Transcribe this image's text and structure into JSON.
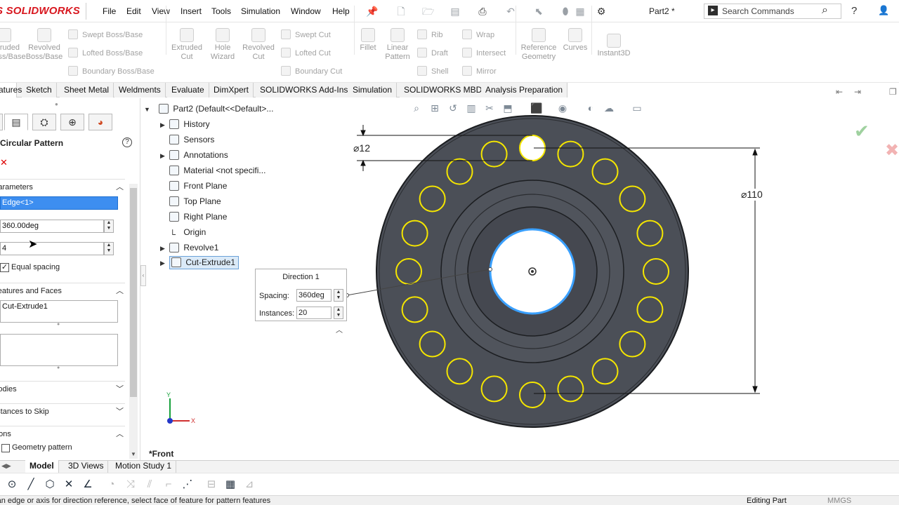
{
  "app": {
    "brand": "SOLIDWORKS",
    "document_title": "Part2 *"
  },
  "menu": [
    "File",
    "Edit",
    "View",
    "Insert",
    "Tools",
    "Simulation",
    "Window",
    "Help"
  ],
  "search": {
    "placeholder": "Search Commands"
  },
  "ribbon": {
    "big": [
      {
        "label": "Extruded\nBoss/Base"
      },
      {
        "label": "Revolved\nBoss/Base"
      },
      {
        "label": "Extruded\nCut"
      },
      {
        "label": "Hole\nWizard"
      },
      {
        "label": "Revolved\nCut"
      },
      {
        "label": "Fillet"
      },
      {
        "label": "Linear\nPattern"
      },
      {
        "label": "Reference\nGeometry"
      },
      {
        "label": "Curves"
      },
      {
        "label": "Instant3D"
      }
    ],
    "small_col1": [
      "Swept Boss/Base",
      "Lofted Boss/Base",
      "Boundary Boss/Base"
    ],
    "small_col2": [
      "Swept Cut",
      "Lofted Cut",
      "Boundary Cut"
    ],
    "small_col3": [
      "Rib",
      "Draft",
      "Shell"
    ],
    "small_col4": [
      "Wrap",
      "Intersect",
      "Mirror"
    ]
  },
  "tabs": [
    "Features",
    "Sketch",
    "Sheet Metal",
    "Weldments",
    "Evaluate",
    "DimXpert",
    "SOLIDWORKS Add-Ins",
    "Simulation",
    "SOLIDWORKS MBD",
    "Analysis Preparation"
  ],
  "property_manager": {
    "title": "Circular Pattern",
    "help": "?",
    "close": "✕",
    "groups": {
      "parameters": "Parameters",
      "features_faces": "Features and Faces",
      "bodies": "Bodies",
      "instances_to_skip": "Instances to Skip",
      "options": "Options"
    },
    "direction_ref": "Edge<1>",
    "angle": "360.00deg",
    "instances": "4",
    "equal_spacing": "Equal spacing",
    "features_list": [
      "Cut-Extrude1"
    ],
    "geometry_pattern": "Geometry pattern"
  },
  "tree": {
    "root": "Part2  (Default<<Default>...",
    "items": [
      "History",
      "Sensors",
      "Annotations",
      "Material <not specifi...",
      "Front Plane",
      "Top Plane",
      "Right Plane",
      "Origin",
      "Revolve1",
      "Cut-Extrude1"
    ]
  },
  "viewport": {
    "dim_small": "⌀12",
    "dim_large": "⌀110",
    "view_name": "*Front",
    "colors": {
      "part": "#4b4f57",
      "holes": "#f5e600",
      "selected_edge": "#3aa0ff"
    }
  },
  "popup": {
    "title": "Direction 1",
    "spacing_label": "Spacing:",
    "spacing_value": "360deg",
    "instances_label": "Instances:",
    "instances_value": "20"
  },
  "bottom_tabs": [
    "Model",
    "3D Views",
    "Motion Study 1"
  ],
  "status": {
    "text": "Select an edge or axis for direction reference, select face of feature for pattern features",
    "mode": "Editing Part",
    "units": "MMGS"
  }
}
